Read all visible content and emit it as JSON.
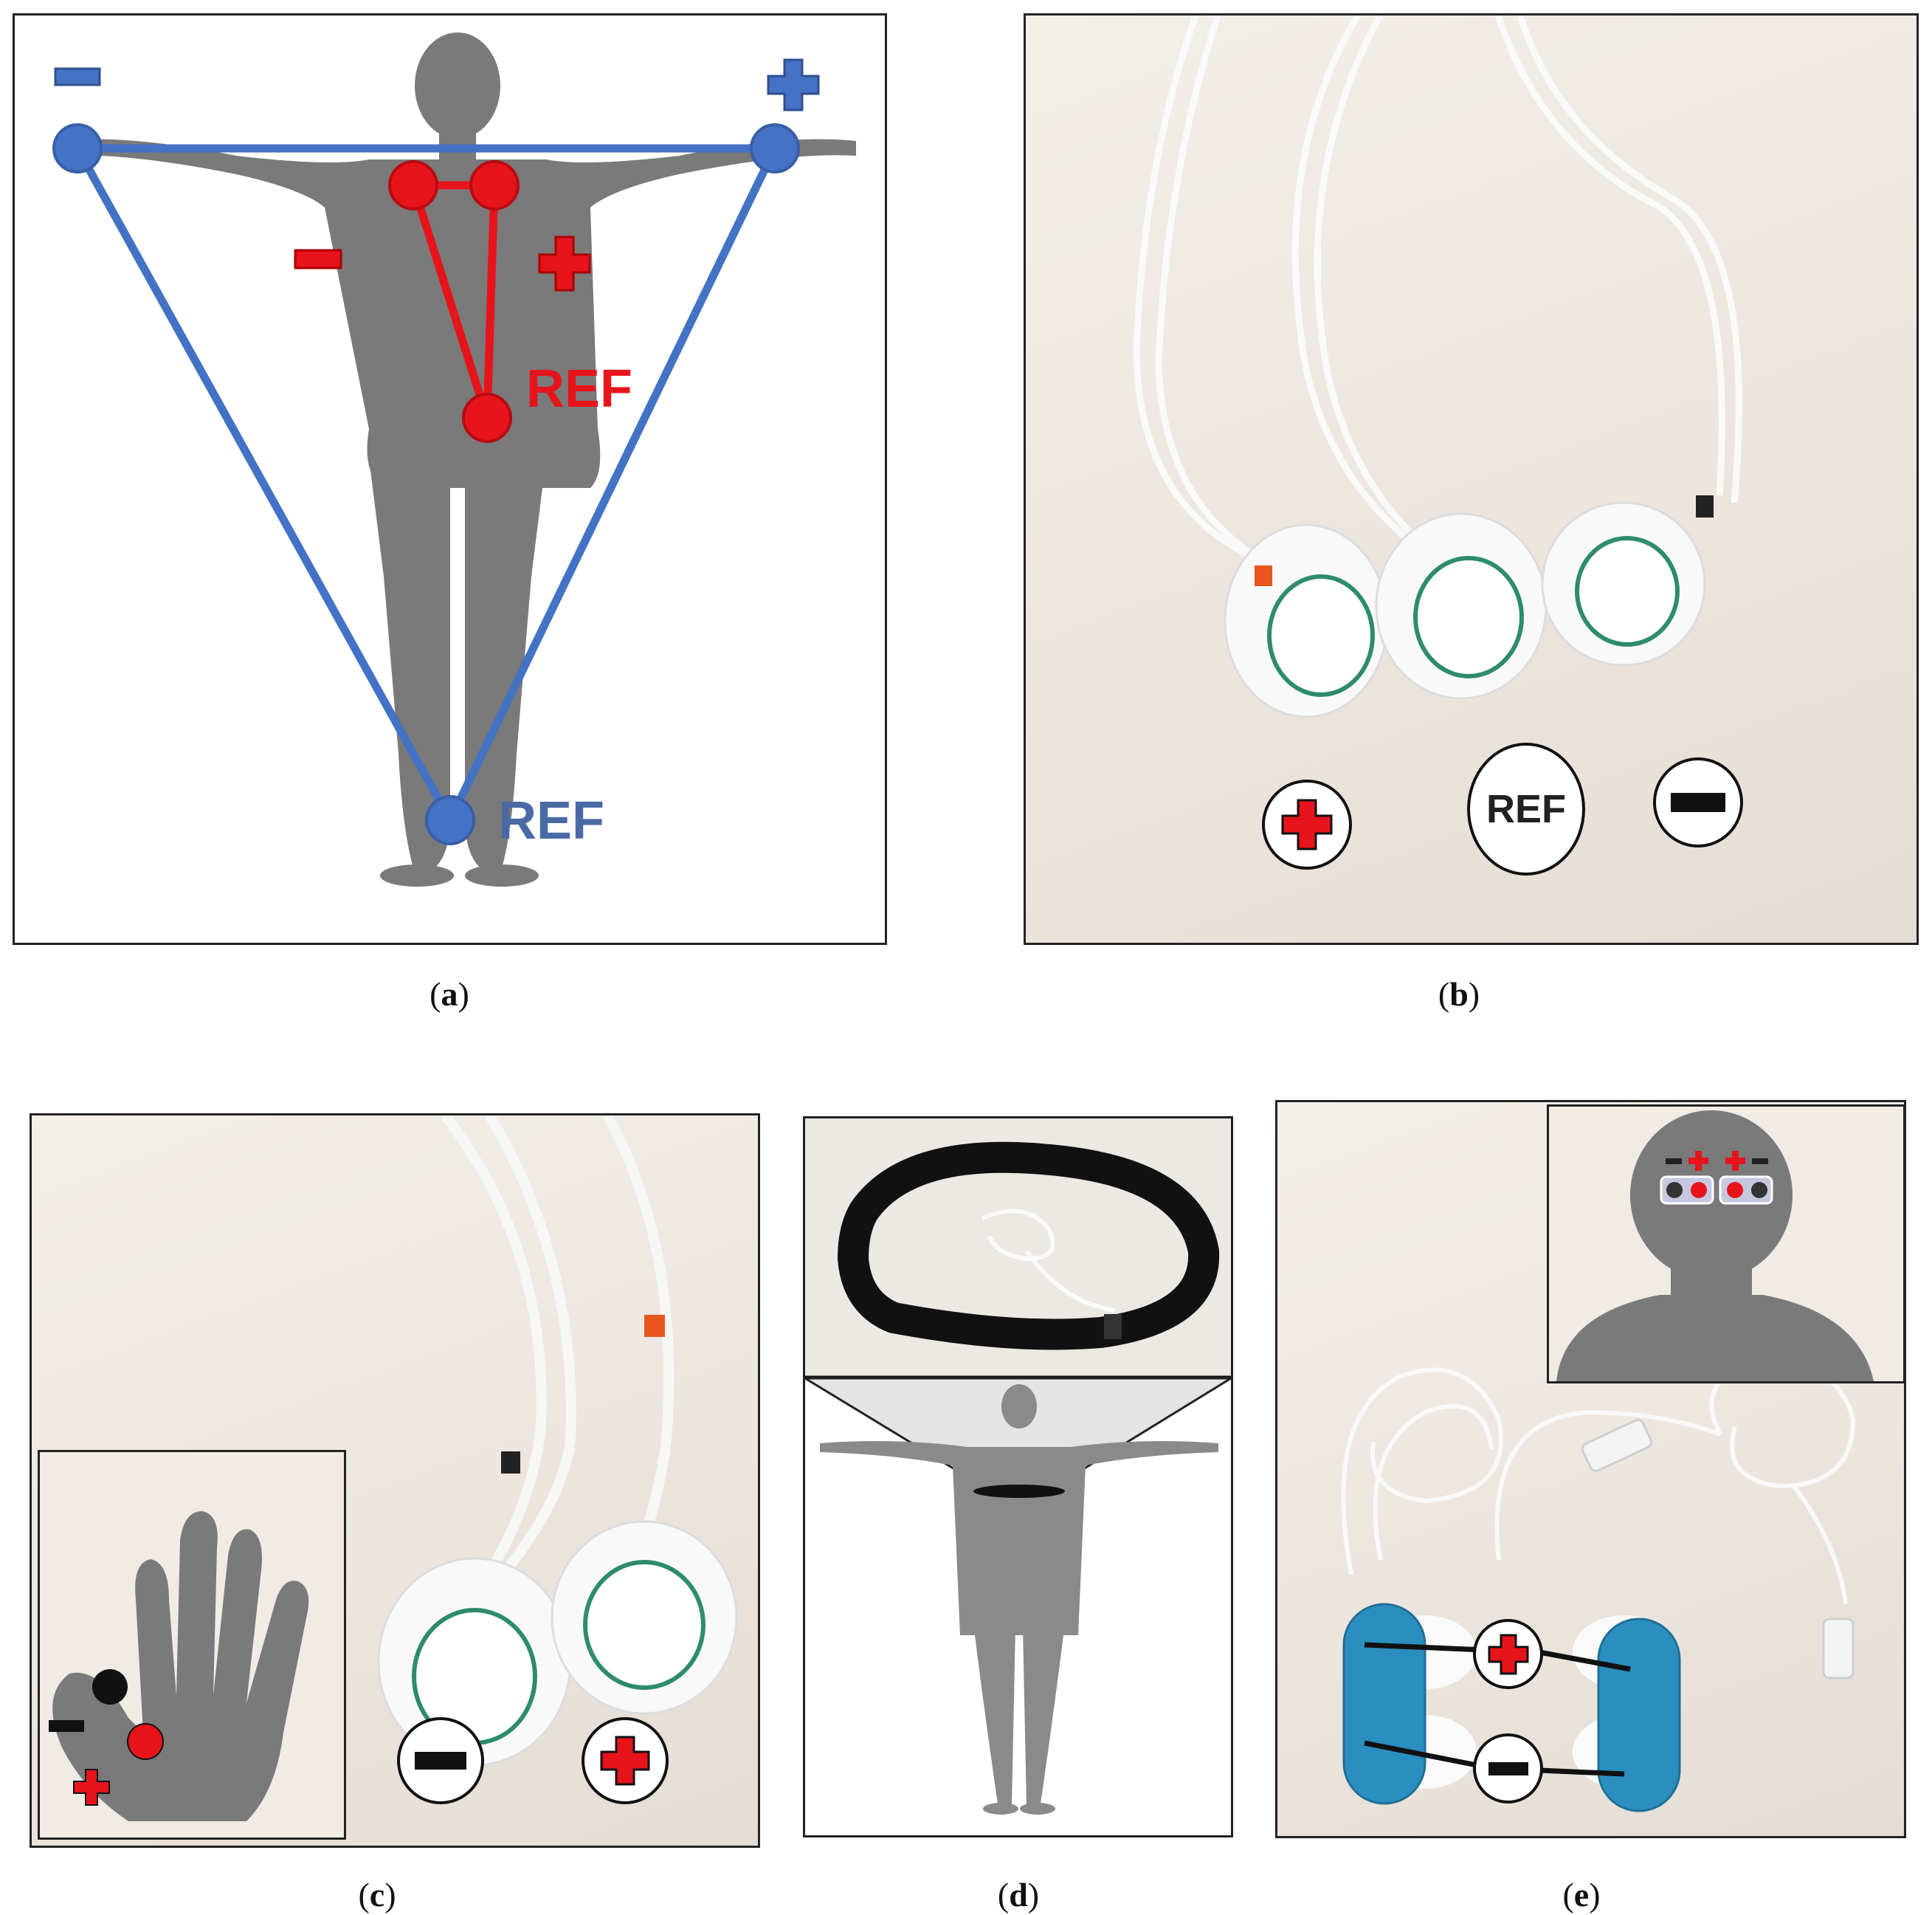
{
  "captions": {
    "a": "a",
    "b": "b",
    "c": "c",
    "d": "d",
    "e": "e"
  },
  "panel_a": {
    "limb_neg": "−",
    "limb_pos": "+",
    "limb_ref": "REF",
    "chest_neg": "−",
    "chest_pos": "+",
    "chest_ref": "REF",
    "colors": {
      "limb": "#4472c4",
      "chest": "#e8141c",
      "silhouette": "#7a7a7a"
    }
  },
  "panel_b": {
    "badges": [
      "+",
      "REF",
      "−"
    ]
  },
  "panel_c": {
    "inset_neg": "−",
    "inset_pos": "+",
    "badges": [
      "−",
      "+"
    ]
  },
  "panel_e": {
    "inset_signs": [
      "−",
      "+",
      "+",
      "−"
    ],
    "badges": [
      "+",
      "−"
    ],
    "device_color": "#2a8fc0"
  }
}
